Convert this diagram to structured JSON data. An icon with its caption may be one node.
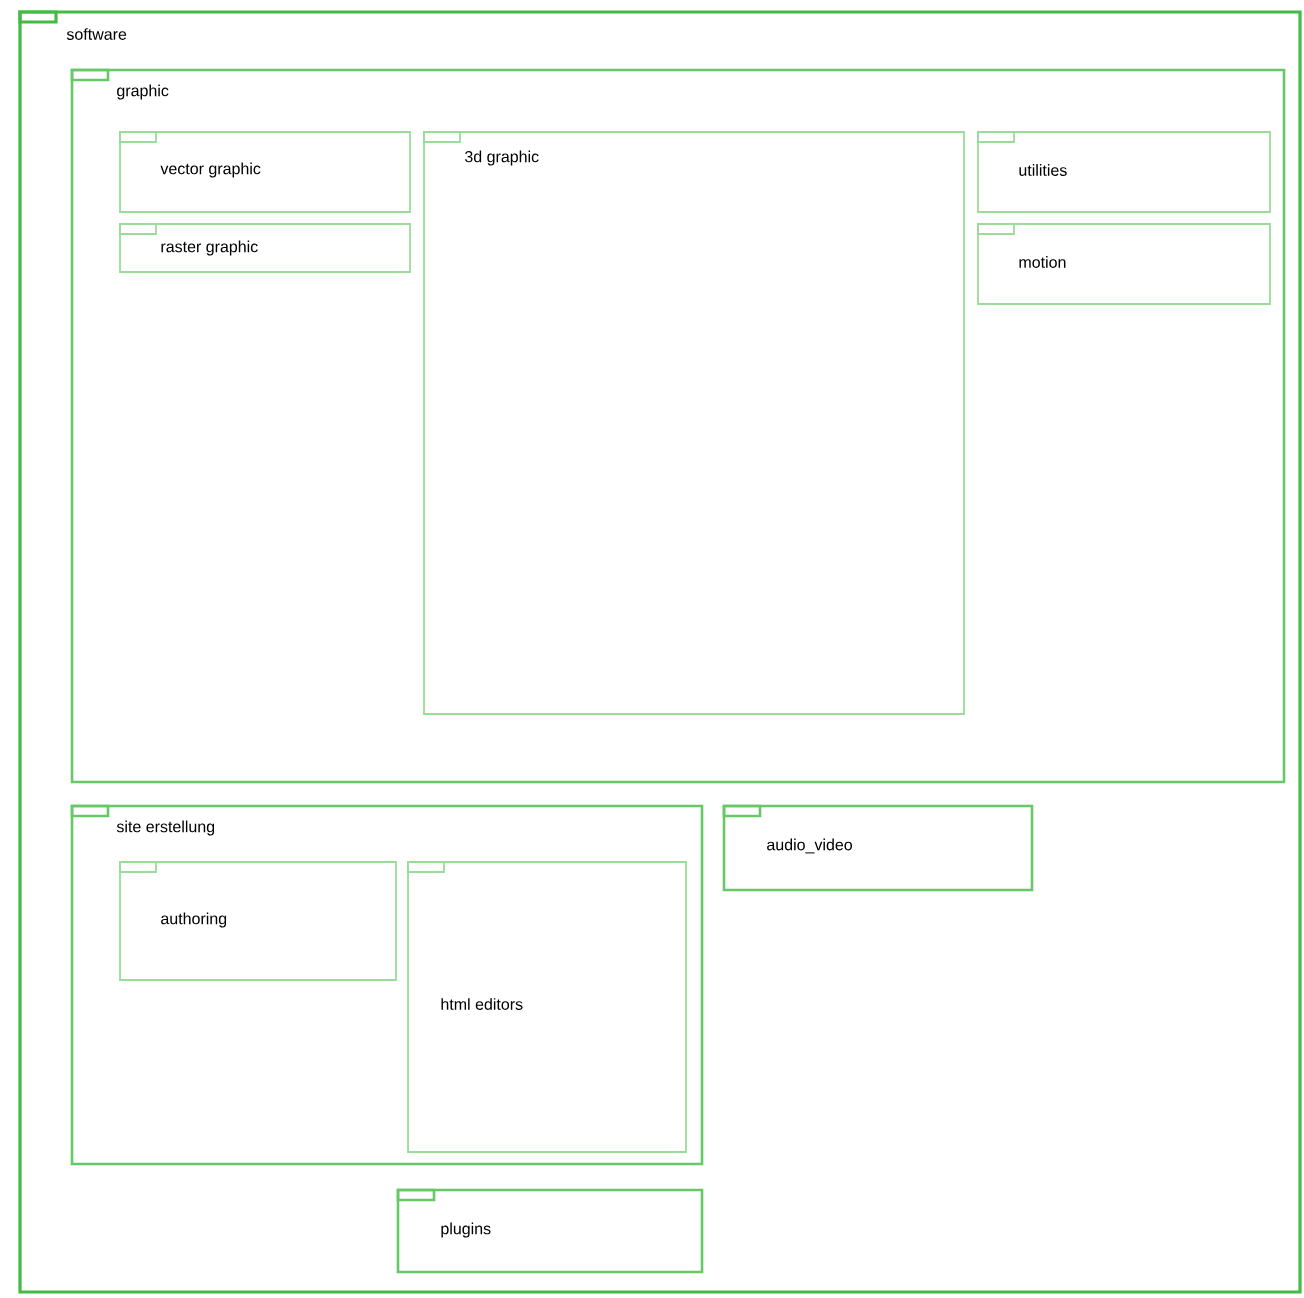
{
  "diagram": {
    "nodes": [
      {
        "text": [
          "software"
        ]
      },
      {
        "text": [
          "graphic"
        ],
        "in": 0
      },
      {
        "text": [
          "vector graphic"
        ],
        "in": 1
      },
      {
        "text": [
          "raster graphic"
        ],
        "in": 1
      },
      {
        "text": [
          "3d graphic"
        ],
        "in": 1
      },
      {
        "text": [
          "utilities"
        ],
        "in": 1
      },
      {
        "text": [
          "motion"
        ],
        "in": 1
      },
      {
        "text": [
          "site erstellung"
        ],
        "in": 0
      },
      {
        "text": [
          "authoring"
        ],
        "in": 7
      },
      {
        "text": [
          "html editors"
        ],
        "in": 7
      },
      {
        "text": [
          "audio_video"
        ],
        "in": 0
      },
      {
        "text": [
          "plugins"
        ],
        "in": 0
      }
    ]
  }
}
